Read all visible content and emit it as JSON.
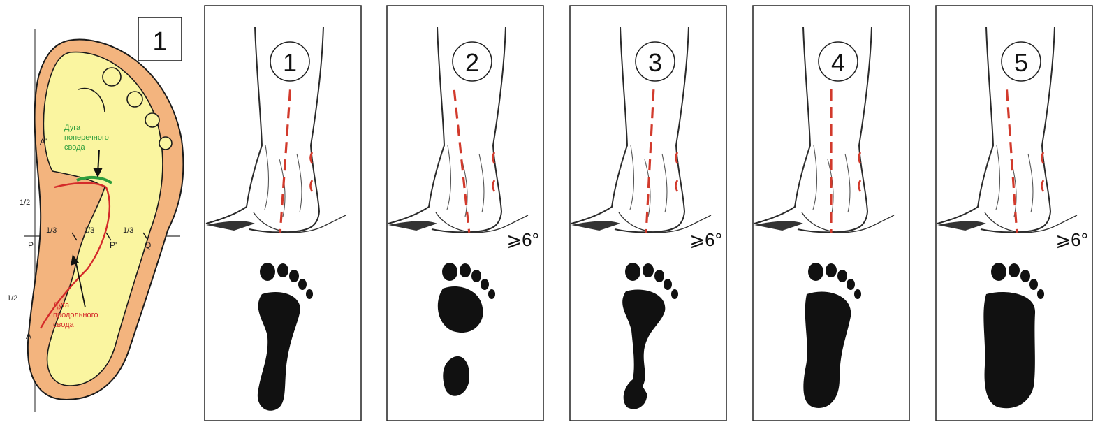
{
  "diagram": {
    "main_label": "1",
    "axis_marks": {
      "a_prime": "A'",
      "a": "A",
      "p": "P",
      "p_prime": "P'",
      "q": "Q",
      "half_top": "1/2",
      "half_bottom": "1/2",
      "third_1": "1/3",
      "third_2": "1/3",
      "third_3": "1/3"
    },
    "transverse_arch": [
      "Дуга",
      "поперечного",
      "свода"
    ],
    "longitudinal_arch": [
      "Дуга",
      "продольного",
      "свода"
    ]
  },
  "panels": [
    {
      "number": "1",
      "angle": ""
    },
    {
      "number": "2",
      "angle": "⩾6°"
    },
    {
      "number": "3",
      "angle": "⩾6°"
    },
    {
      "number": "4",
      "angle": ""
    },
    {
      "number": "5",
      "angle": "⩾6°"
    }
  ],
  "colors": {
    "skin_outer": "#F3B47E",
    "skin_inner": "#FAF5A0",
    "transverse_arch": "#2E9E3C",
    "longitudinal_arch": "#D42A2A",
    "dashed_axis": "#D23A2C",
    "ink": "#111111"
  }
}
